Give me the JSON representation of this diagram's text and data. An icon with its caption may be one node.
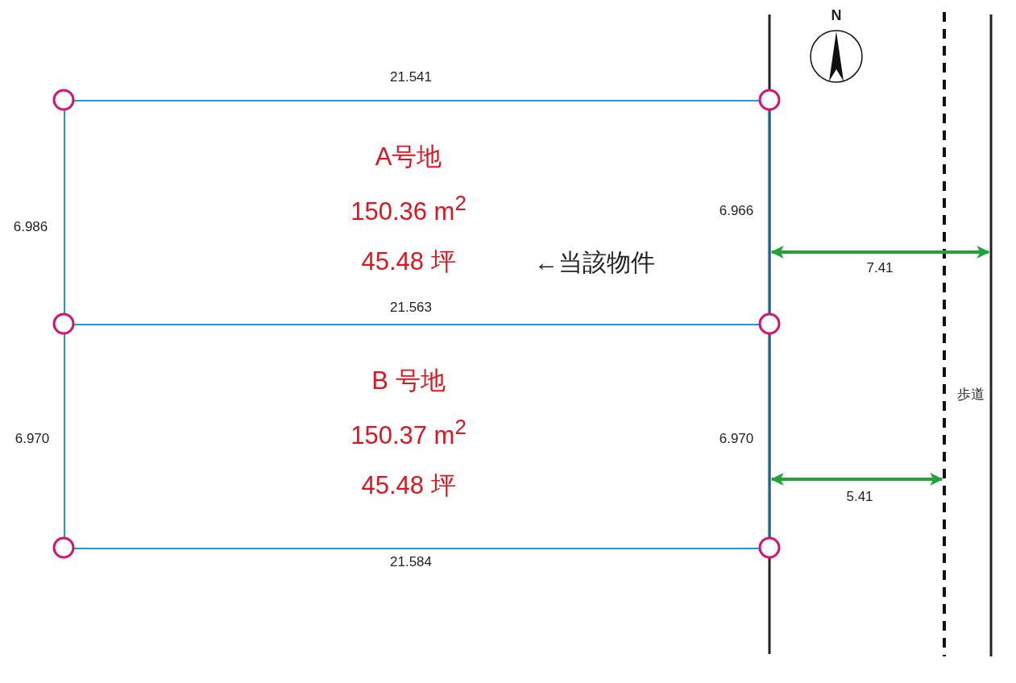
{
  "diagram": {
    "nodes": [
      {
        "text": [
          "A号地",
          "150.36 m$^{2}$",
          "45.48 坪"
        ]
      },
      {
        "text": [
          "B 号地",
          "150.37 m$^{2}$",
          "45.48 坪"
        ]
      }
    ],
    "edges": [],
    "labels": [
      "N",
      "21.541",
      "6.966",
      "6.986",
      "←当該物件",
      "7.41",
      "21.563",
      "歩道",
      "6.970",
      "6.970",
      "5.41",
      "21.584"
    ]
  }
}
